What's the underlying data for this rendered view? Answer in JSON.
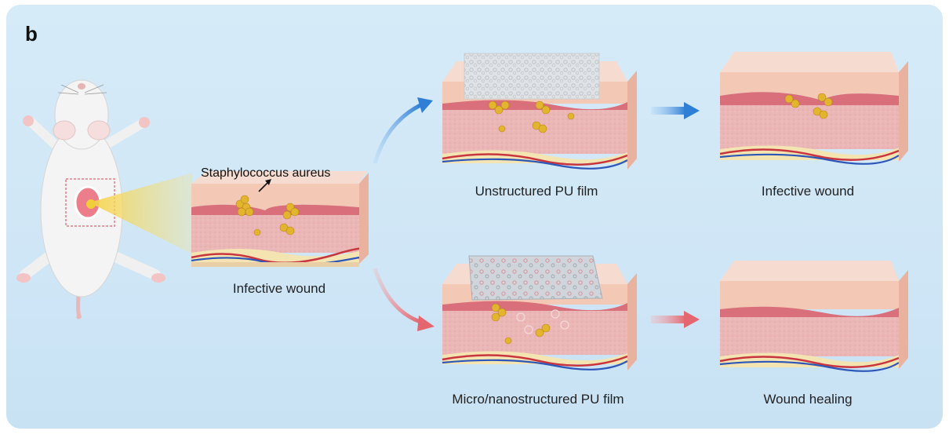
{
  "panel_letter": "b",
  "annotation": "Staphylococcus aureus",
  "labels": {
    "start": "Infective wound",
    "top_treatment": "Unstructured PU film",
    "top_result": "Infective wound",
    "bottom_treatment": "Micro/nanostructured PU film",
    "bottom_result": "Wound healing"
  },
  "colors": {
    "background": "#d3e9f7",
    "top_path_arrow": "#2f7fd6",
    "bottom_path_arrow": "#e4666f",
    "skin": "#f3c9b6",
    "dermis": "#e7a6a9",
    "bacteria": "#e3b52e"
  }
}
